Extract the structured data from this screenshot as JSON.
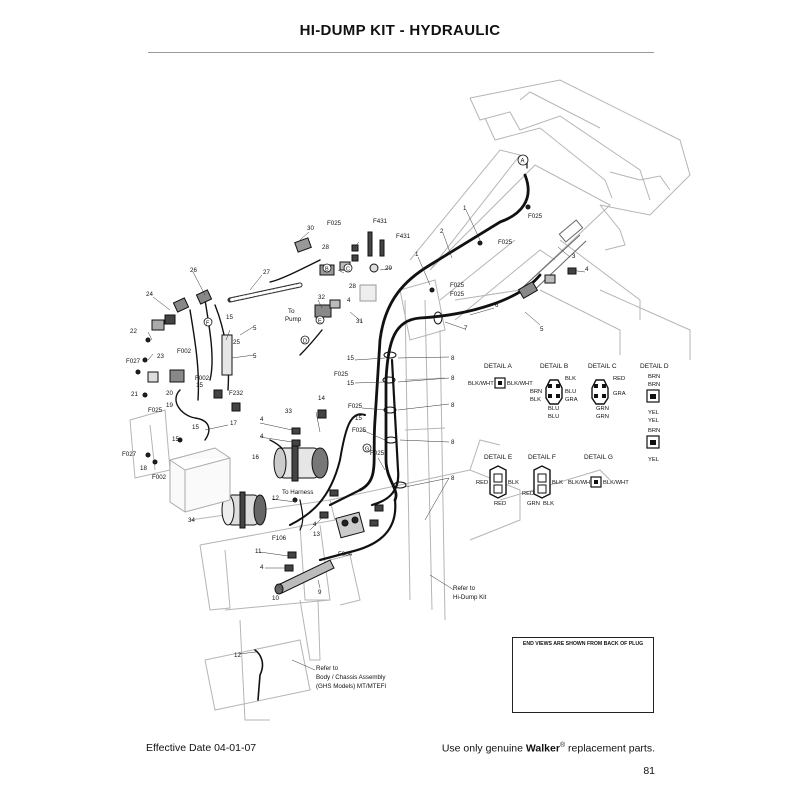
{
  "page": {
    "title": "HI-DUMP KIT - HYDRAULIC",
    "effective_date": "Effective Date 04-01-07",
    "footer_prefix": "Use only genuine ",
    "footer_brand": "Walker",
    "footer_reg": "®",
    "footer_suffix": " replacement parts.",
    "page_number": "81"
  },
  "note_box": {
    "caption": "END VIEWS ARE SHOWN FROM BACK OF PLUG"
  },
  "callouts": {
    "refer_hidump_1": "Refer to",
    "refer_hidump_2": "Hi-Dump Kit",
    "refer_body_1": "Refer to",
    "refer_body_2": "Body / Chassis Assembly",
    "refer_body_3": "(GHS Models) MT/MTEFI",
    "to_harness": "To Harness",
    "to_pump": "To",
    "to_pump_2": "Pump",
    "detail_letter_a": "A",
    "detail_letter_b": "B",
    "detail_letter_c": "C",
    "detail_letter_d": "D",
    "detail_letter_e": "E",
    "detail_letter_f": "F",
    "detail_letter_g": "G"
  },
  "part_labels": {
    "p1a": "1",
    "p1b": "1",
    "p2": "2",
    "p3": "3",
    "p4a": "4",
    "p4b": "4",
    "p4c": "4",
    "p4d": "4",
    "p4e": "4",
    "p4f": "4",
    "p5a": "5",
    "p5b": "5",
    "p5c": "5",
    "p6": "6",
    "p7": "7",
    "p8a": "8",
    "p8b": "8",
    "p8c": "8",
    "p8d": "8",
    "p8e": "8",
    "p9": "9",
    "p10": "10",
    "p11": "11",
    "p12a": "12",
    "p12b": "12",
    "p13": "13",
    "p14": "14",
    "p15a": "15",
    "p15b": "15",
    "p15c": "15",
    "p15d": "15",
    "p15e": "15",
    "p15f": "15",
    "p15g": "15",
    "p16": "16",
    "p17": "17",
    "p18": "18",
    "p19": "19",
    "p20": "20",
    "p21": "21",
    "p22": "22",
    "p23": "23",
    "p24": "24",
    "p25": "25",
    "p26": "26",
    "p27": "27",
    "p28a": "28",
    "p28b": "28",
    "p29": "29",
    "p30": "30",
    "p31": "31",
    "p32": "32",
    "p33": "33",
    "p34": "34",
    "f025a": "F025",
    "f025b": "F025",
    "f025c": "F025",
    "f025d": "F025",
    "f025e": "F025",
    "f025f": "F025",
    "f025g": "F025",
    "f025h": "F025",
    "f025i": "F025",
    "f025j": "F025",
    "f431a": "F431",
    "f431b": "F431",
    "f002a": "F002",
    "f002b": "F002",
    "f002c": "F002",
    "f027": "F027",
    "f232": "F232",
    "f106": "F106",
    "f004": "F004"
  },
  "details": {
    "a": {
      "title": "DETAIL A",
      "left": "BLK/WHT",
      "right": "BLK/WHT"
    },
    "b": {
      "title": "DETAIL B",
      "top": "BLK",
      "left1": "BRN",
      "left2": "BLK",
      "right1": "BLU",
      "right2": "GRA",
      "bottom1": "BLU",
      "bottom2": "BLU"
    },
    "c": {
      "title": "DETAIL C",
      "top": "RED",
      "right": "GRA",
      "bottom1": "GRN",
      "bottom2": "GRN"
    },
    "d": {
      "title": "DETAIL D",
      "w1": "BRN",
      "w2": "BRN",
      "w3": "YEL",
      "w4": "YEL",
      "w5": "BRN",
      "w6": "YEL"
    },
    "e": {
      "title": "DETAIL E",
      "left": "RED",
      "right": "BLK",
      "bottom": "RED"
    },
    "f": {
      "title": "DETAIL F",
      "right": "BLK",
      "left": "RED",
      "bottom1": "GRN",
      "bottom2": "BLK"
    },
    "g": {
      "title": "DETAIL G",
      "left": "BLK/WHT",
      "right": "BLK/WHT"
    }
  }
}
